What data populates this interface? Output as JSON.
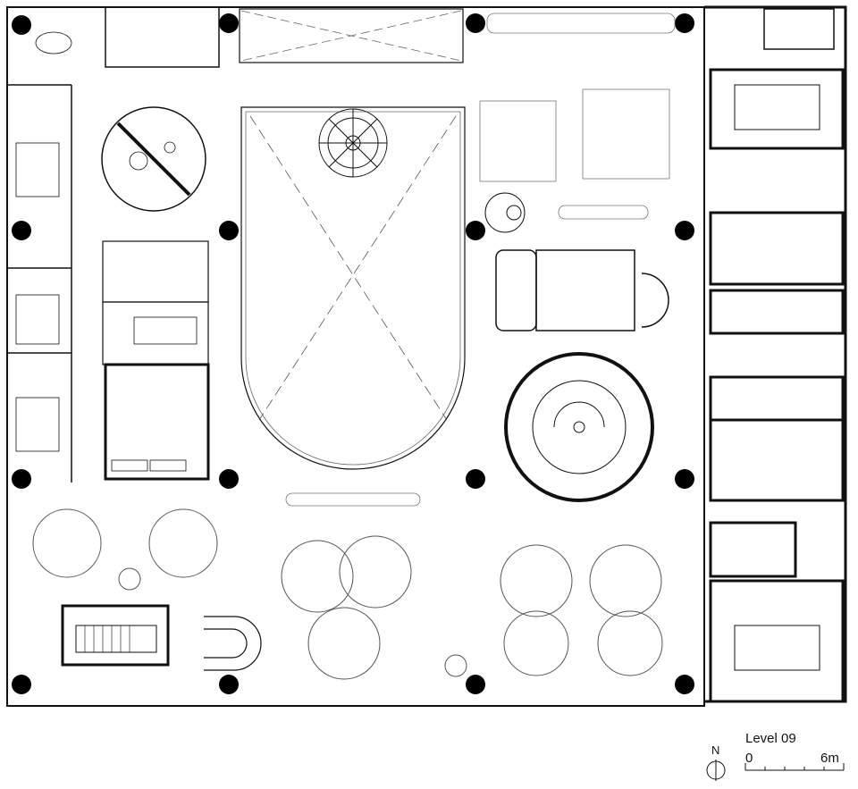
{
  "drawing": {
    "level_title": "Level 09",
    "scale_start": "0",
    "scale_end": "6m",
    "north_label": "N"
  },
  "colors": {
    "background": "#ffffff",
    "ink": "#111111",
    "column_fill": "#000000",
    "light_line": "#888888"
  }
}
